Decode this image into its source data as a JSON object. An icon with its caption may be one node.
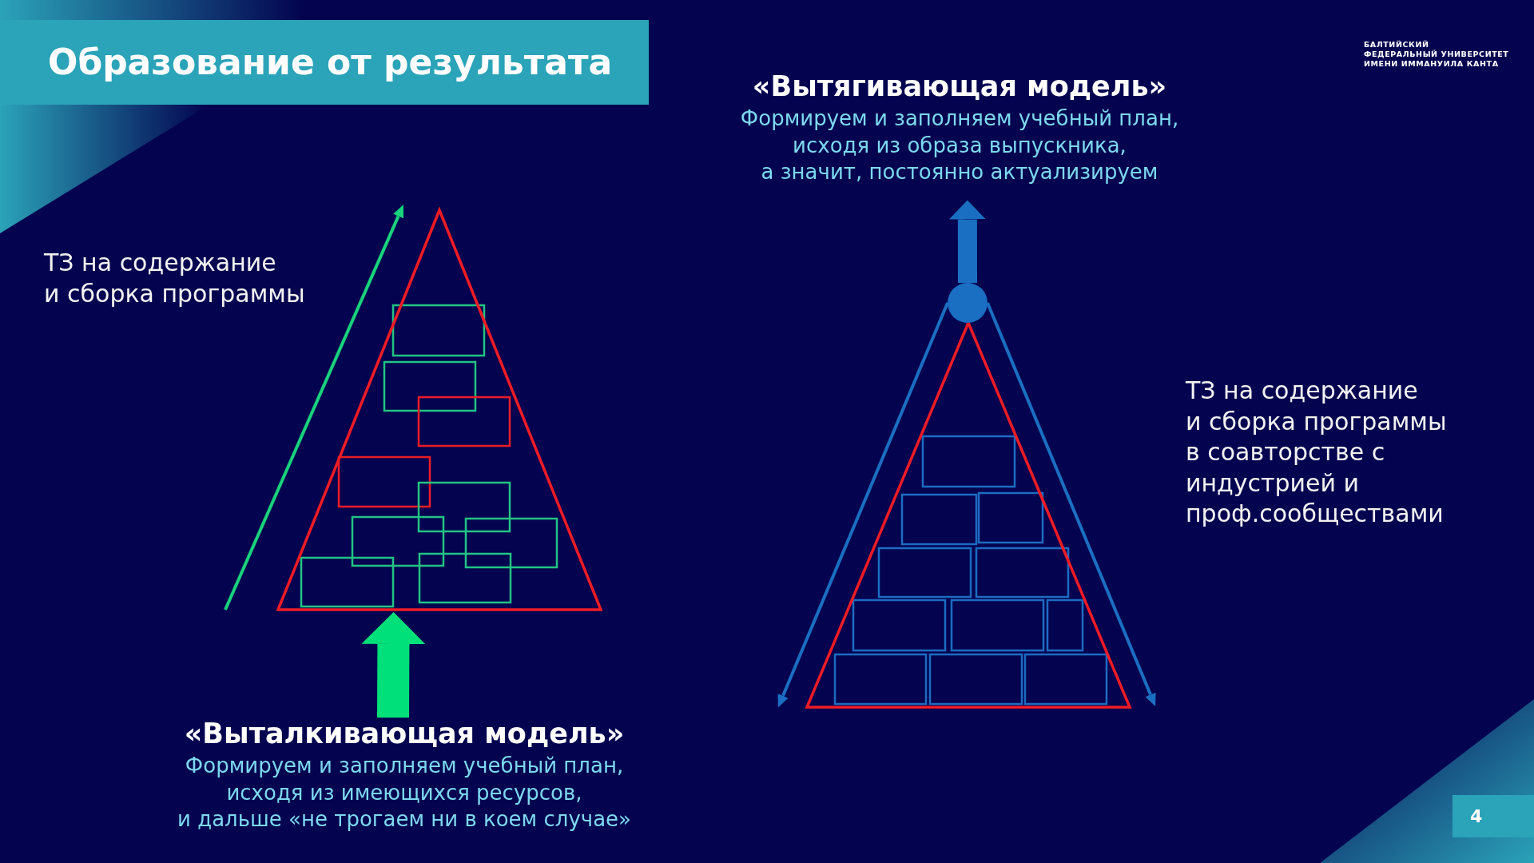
{
  "diagram": {
    "title": "Образование от результата",
    "nodes": [
      {
        "text": [],
        "shape": "triangle"
      },
      {
        "text": [
          "«Выталкивающая модель»",
          "Формируем и заполняем учебный план, исходя из имеющихся ресурсов, и дальше «не трогаем ни в коем случае»"
        ]
      },
      {
        "text": [
          "«Вытягивающая модель»",
          "Формируем и заполняем учебный план, исходя из образа выпускника, а значит, постоянно актуализируем"
        ]
      },
      {
        "text": [],
        "shape": "circle"
      },
      {
        "text": [],
        "shape": "triangle"
      }
    ],
    "edges": [
      {
        "from": 1,
        "to": 0,
        "arrow": "to",
        "style": "thick",
        "color": "#00e07a"
      },
      {
        "from": 3,
        "to": 2,
        "arrow": "to",
        "style": "thick"
      },
      {
        "from": 3,
        "to": 4,
        "arrow": "to"
      },
      {
        "from": 3,
        "to": 4,
        "arrow": "to"
      }
    ],
    "labels": [
      "БАЛТИЙСКИЙ ФЕДЕРАЛЬНЫЙ УНИВЕРСИТЕТ ИМЕНИ ИММАНУИЛА КАНТА",
      "ТЗ на содержание и сборка программы",
      "ТЗ на содержание и сборка программы в соавторстве с индустрией и проф.сообществами",
      "4"
    ]
  }
}
